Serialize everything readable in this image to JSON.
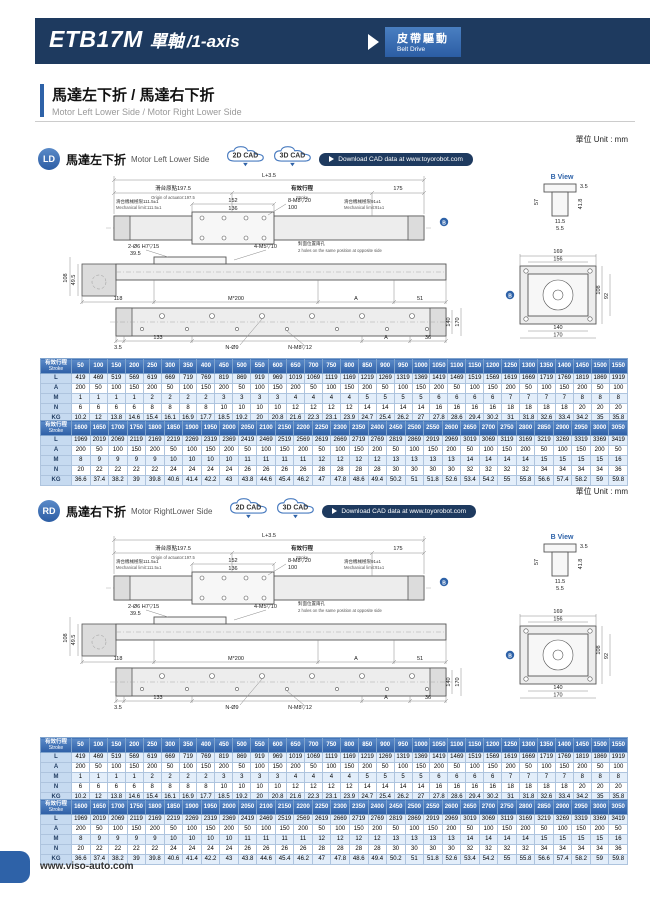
{
  "header": {
    "model": "ETB17M",
    "axis_zh": "單軸",
    "axis_en": "/1-axis",
    "drive_zh": "皮帶驅動",
    "drive_en": "Belt Drive"
  },
  "page": {
    "section_title_zh": "馬達左下折 / 馬達右下折",
    "section_title_en": "Motor Left Lower Side / Motor Right Lower Side",
    "unit_note": "單位 Unit : mm",
    "footer_url": "www.viso-auto.com"
  },
  "cad": {
    "btn_2d": "2D CAD",
    "btn_3d": "3D CAD",
    "download": "Download CAD data at www.toyorobot.com"
  },
  "sections": {
    "ld": {
      "badge": "LD",
      "title_zh": "馬達左下折",
      "title_en": "Motor Left Lower Side"
    },
    "rd": {
      "badge": "RD",
      "title_zh": "馬達右下折",
      "title_en": "Motor RightLower Side"
    }
  },
  "drawing": {
    "dim_L": "L+3.5",
    "origin_zh": "滑台原點197.5",
    "origin_en": "Origin of actuator:197.5",
    "stroke_zh": "有效行程",
    "stroke_en": "Stroke",
    "dim_175": "175",
    "mech_l_zh": "滑台機械極限111.5±1",
    "mech_l_en": "Mechanical limit:111.5±1",
    "mech_r_zh": "滑台機械極限91±1",
    "mech_r_en": "Mechanical limit:91±1",
    "dim_152": "152",
    "dim_136": "136",
    "tap_m8": "8-M8▽20",
    "dim_100": "100",
    "bview": "B View",
    "b": "B",
    "dim_3_5": "3.5",
    "dim_57": "57",
    "dim_41_8": "41.8",
    "dim_11_5": "11.5",
    "dim_5_5": "5.5",
    "dim_169": "169",
    "dim_156": "156",
    "dim_108": "108",
    "dim_92": "92",
    "dim_140": "140",
    "dim_170": "170",
    "pin": "2-Ø6 H7▽15",
    "dim_39_5": "39.5",
    "tap_m5": "4-M5▽10",
    "opp_zh": "對面位置兩孔",
    "opp_en": "2 holes on the same position at opposite side",
    "dim_49_5": "49.5",
    "dim_118": "118",
    "pitch": "M*200",
    "dim_A": "A",
    "dim_51": "51",
    "dim_133": "133",
    "hole_n9": "N-Ø9",
    "tap_nm8": "N-M8▽12",
    "dim_36": "36"
  },
  "tables": {
    "row_header_zh": "有效行程",
    "row_header_en": "Stroke",
    "row_labels": [
      "L",
      "A",
      "M",
      "N",
      "KG"
    ],
    "t1": {
      "strokes": [
        50,
        100,
        150,
        200,
        250,
        300,
        350,
        400,
        450,
        500,
        550,
        600,
        650,
        700,
        750,
        800,
        850,
        900,
        950,
        1000,
        1050,
        1100,
        1150,
        1200,
        1250,
        1300,
        1350,
        1400,
        1450,
        1500,
        1550
      ],
      "rows": [
        [
          419,
          469,
          519,
          569,
          619,
          669,
          719,
          769,
          819,
          869,
          919,
          969,
          1019,
          1069,
          1119,
          1169,
          1219,
          1269,
          1319,
          1369,
          1419,
          1469,
          1519,
          1569,
          1619,
          1669,
          1719,
          1769,
          1819,
          1869,
          1919
        ],
        [
          200,
          50,
          100,
          150,
          200,
          50,
          100,
          150,
          200,
          50,
          100,
          150,
          200,
          50,
          100,
          150,
          200,
          50,
          100,
          150,
          200,
          50,
          100,
          150,
          200,
          50,
          100,
          150,
          200,
          50,
          100
        ],
        [
          1,
          1,
          1,
          1,
          2,
          2,
          2,
          2,
          3,
          3,
          3,
          3,
          4,
          4,
          4,
          4,
          5,
          5,
          5,
          5,
          6,
          6,
          6,
          6,
          7,
          7,
          7,
          7,
          8,
          8,
          8
        ],
        [
          6,
          6,
          6,
          6,
          8,
          8,
          8,
          8,
          10,
          10,
          10,
          10,
          12,
          12,
          12,
          12,
          14,
          14,
          14,
          14,
          16,
          16,
          16,
          16,
          18,
          18,
          18,
          18,
          20,
          20,
          20
        ],
        [
          10.2,
          12,
          13.8,
          14.6,
          15.4,
          16.1,
          16.9,
          17.7,
          18.5,
          19.2,
          20,
          20.8,
          21.6,
          22.3,
          23.1,
          23.9,
          24.7,
          25.4,
          26.2,
          27,
          27.8,
          28.6,
          29.4,
          30.2,
          31,
          31.8,
          32.6,
          33.4,
          34.2,
          35,
          35.8
        ]
      ]
    },
    "t2": {
      "strokes": [
        1600,
        1650,
        1700,
        1750,
        1800,
        1850,
        1900,
        1950,
        2000,
        2050,
        2100,
        2150,
        2200,
        2250,
        2300,
        2350,
        2400,
        2450,
        2500,
        2550,
        2600,
        2650,
        2700,
        2750,
        2800,
        2850,
        2900,
        2950,
        3000,
        3050
      ],
      "rows": [
        [
          1969,
          2019,
          2069,
          2119,
          2169,
          2219,
          2269,
          2319,
          2369,
          2419,
          2469,
          2519,
          2569,
          2619,
          2669,
          2719,
          2769,
          2819,
          2869,
          2919,
          2969,
          3019,
          3069,
          3119,
          3169,
          3219,
          3269,
          3319,
          3369,
          3419
        ],
        [
          200,
          50,
          100,
          150,
          200,
          50,
          100,
          150,
          200,
          50,
          100,
          150,
          200,
          50,
          100,
          150,
          200,
          50,
          100,
          150,
          200,
          50,
          100,
          150,
          200,
          50,
          100,
          150,
          200,
          50
        ],
        [
          8,
          9,
          9,
          9,
          9,
          10,
          10,
          10,
          10,
          11,
          11,
          11,
          11,
          12,
          12,
          12,
          12,
          13,
          13,
          13,
          13,
          14,
          14,
          14,
          14,
          15,
          15,
          15,
          15,
          16
        ],
        [
          20,
          22,
          22,
          22,
          22,
          24,
          24,
          24,
          24,
          26,
          26,
          26,
          26,
          28,
          28,
          28,
          28,
          30,
          30,
          30,
          30,
          32,
          32,
          32,
          32,
          34,
          34,
          34,
          34,
          36
        ],
        [
          36.6,
          37.4,
          38.2,
          39,
          39.8,
          40.6,
          41.4,
          42.2,
          43,
          43.8,
          44.6,
          45.4,
          46.2,
          47,
          47.8,
          48.6,
          49.4,
          50.2,
          51,
          51.8,
          52.6,
          53.4,
          54.2,
          55,
          55.8,
          56.6,
          57.4,
          58.2,
          59,
          59.8
        ]
      ]
    }
  }
}
